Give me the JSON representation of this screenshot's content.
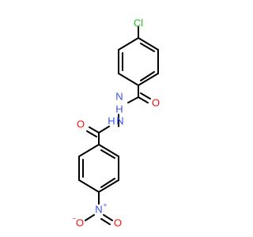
{
  "molecule": {
    "atoms": {
      "cl": {
        "label": "Cl",
        "color": "#1fbf1f"
      },
      "o_top": {
        "label": "O",
        "color": "#ff0d0d"
      },
      "n1": {
        "label": "N",
        "color": "#3050f8"
      },
      "h1": {
        "label": "H",
        "color": "#3050f8"
      },
      "n2": {
        "label": "N",
        "color": "#3050f8"
      },
      "h2": {
        "label": "H",
        "color": "#3050f8"
      },
      "o_mid": {
        "label": "O",
        "color": "#ff0d0d"
      },
      "n_nitro": {
        "label": "N",
        "color": "#3050f8",
        "charge": "+"
      },
      "o_nitro_left": {
        "label": "O",
        "color": "#ff0d0d",
        "charge": "−"
      },
      "o_nitro_right": {
        "label": "O",
        "color": "#ff0d0d"
      }
    },
    "bond_color": "#000000"
  }
}
